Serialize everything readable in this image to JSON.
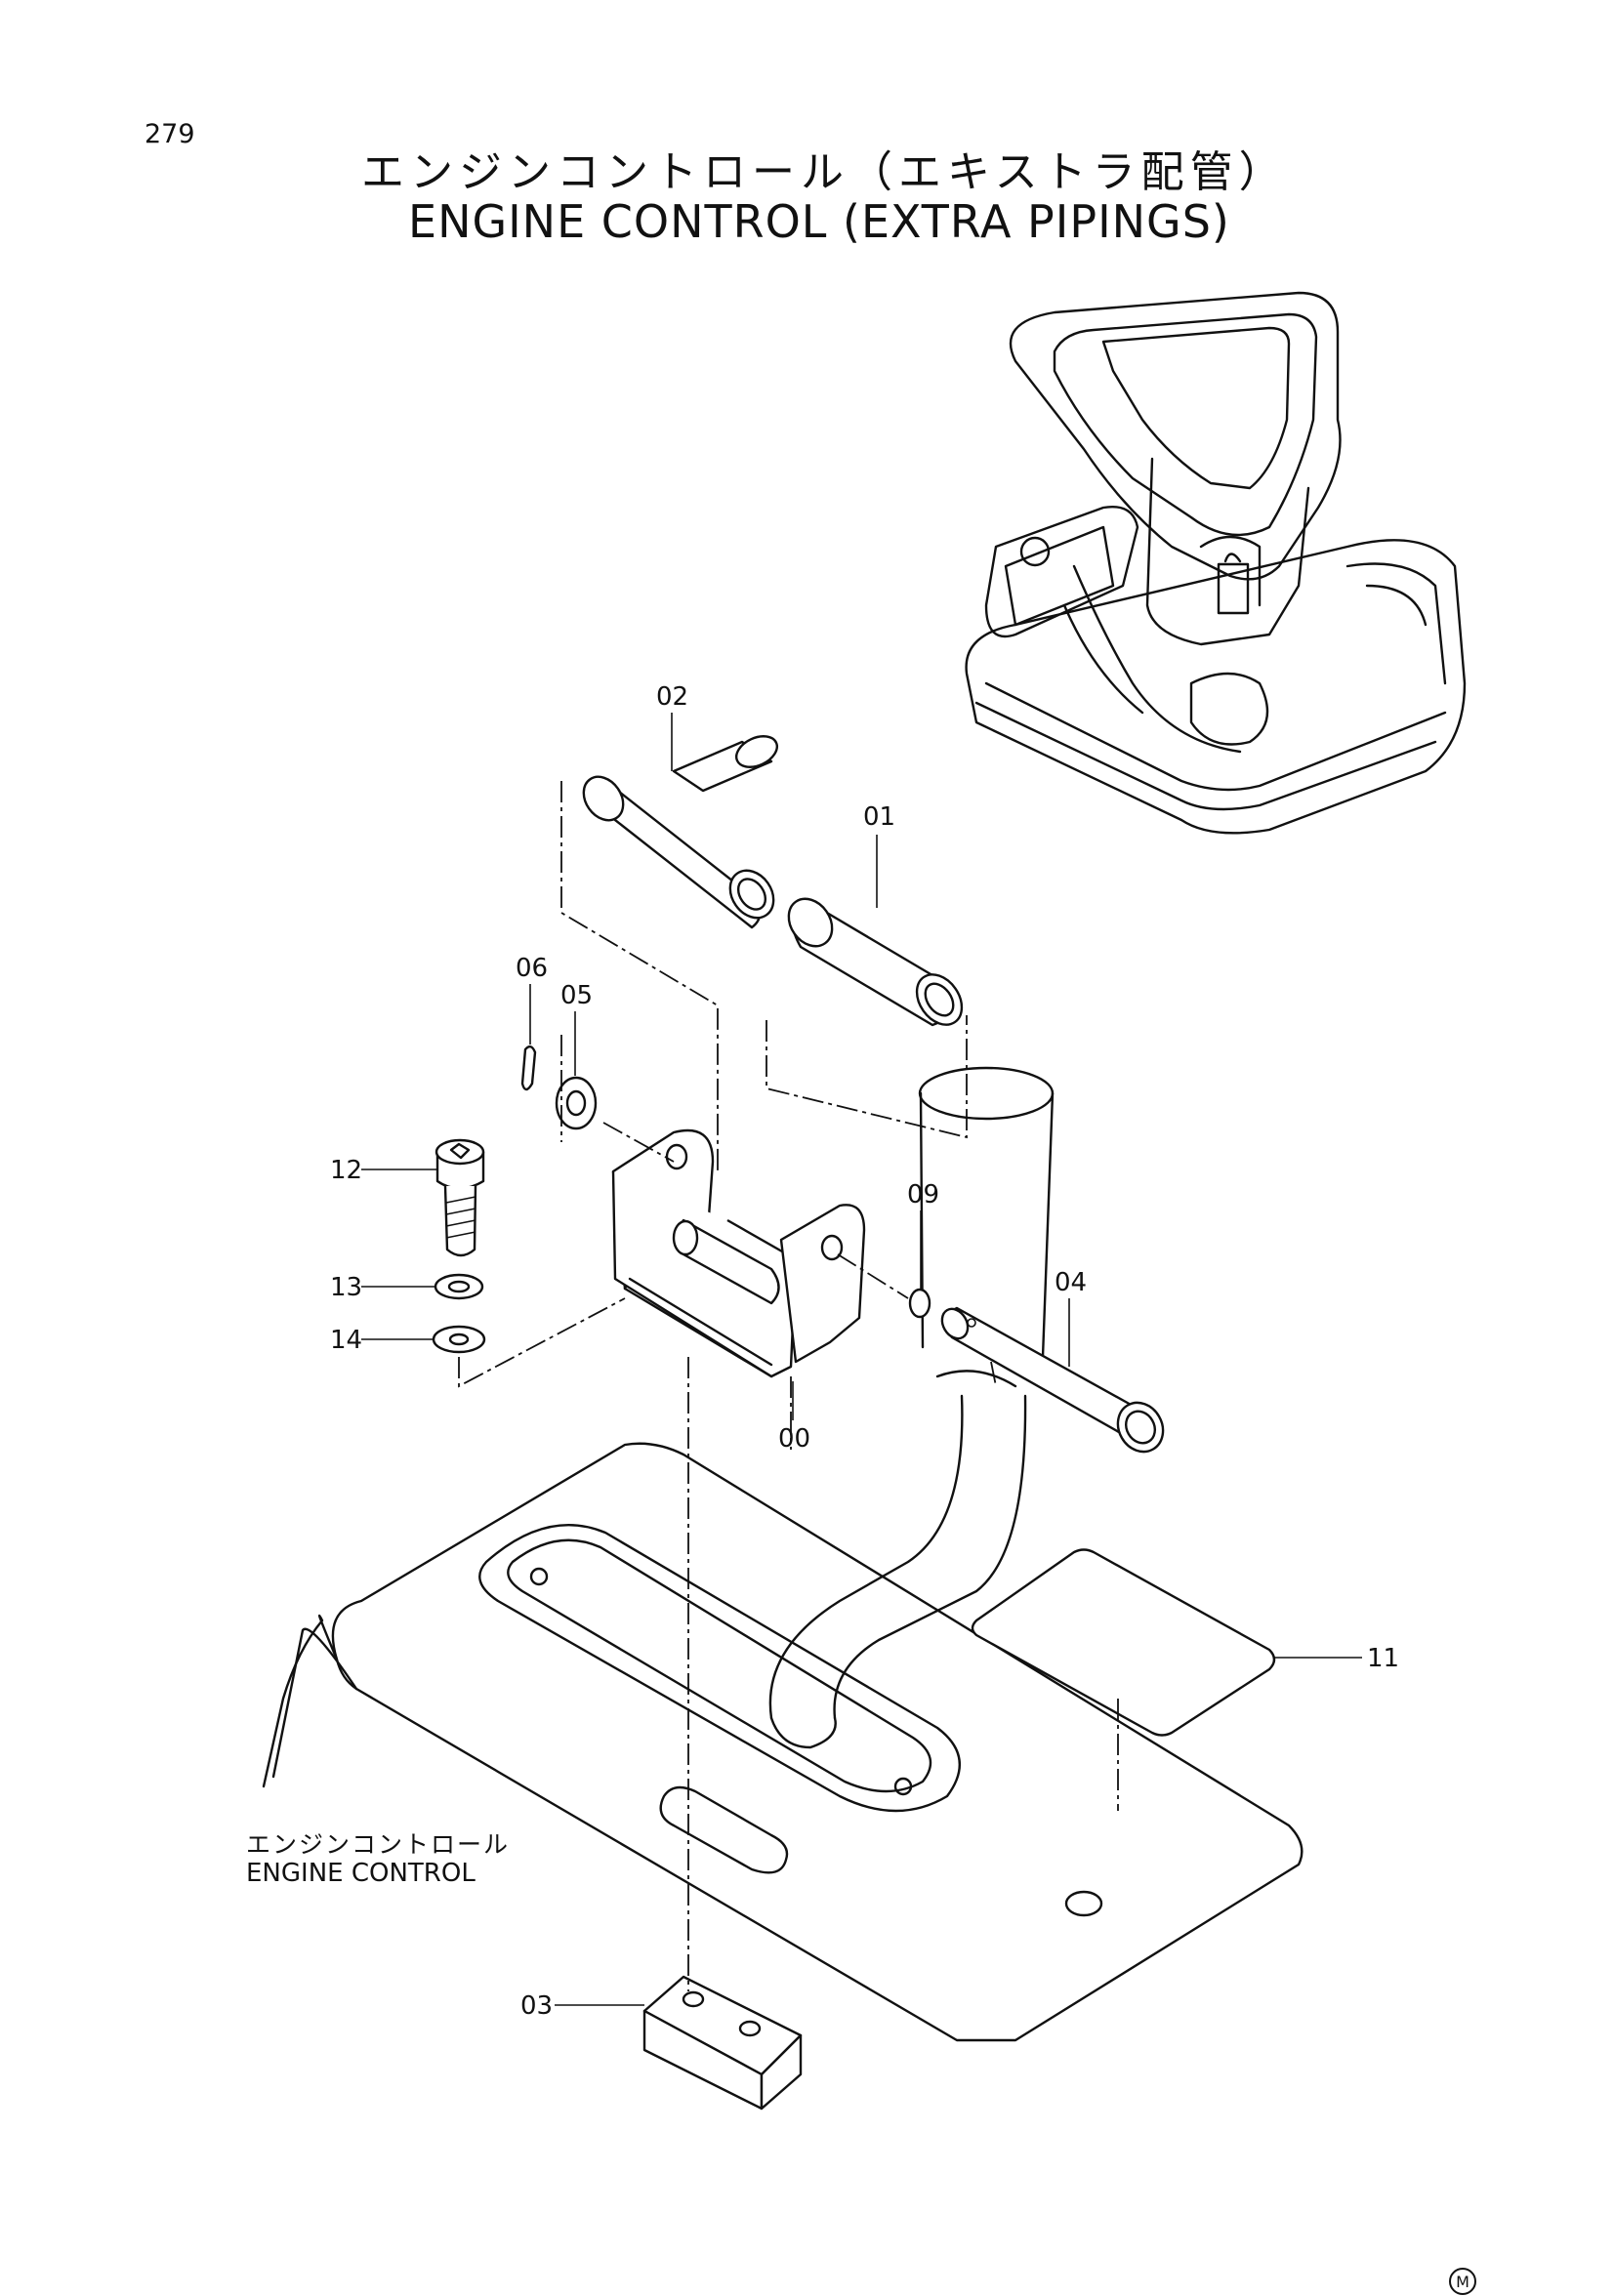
{
  "header": {
    "page_number": "279",
    "title_jp": "エンジンコントロール（エキストラ配管）",
    "title_en": "ENGINE CONTROL (EXTRA PIPINGS)"
  },
  "reference": {
    "label_jp": "エンジンコントロール",
    "label_en": "ENGINE CONTROL"
  },
  "callouts": [
    "00",
    "01",
    "02",
    "03",
    "04",
    "05",
    "06",
    "09",
    "11",
    "12",
    "13",
    "14"
  ],
  "mark": "M"
}
